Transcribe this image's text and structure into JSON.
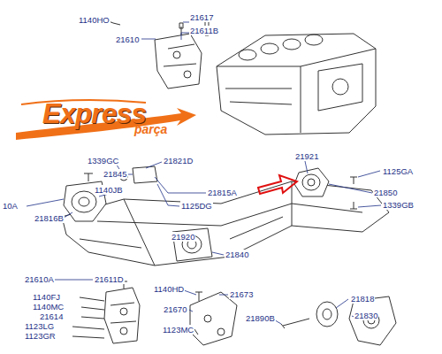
{
  "diagram": {
    "labels": [
      "1140HO",
      "21617",
      "21611B",
      "21610",
      "Express",
      "parça",
      "1339GC",
      "21821D",
      "21845",
      "1140JB",
      "21815A",
      "1125DG",
      "10A",
      "21816B",
      "21921",
      "1125GA",
      "21850",
      "1339GB",
      "21920",
      "21840",
      "21610A",
      "21611D",
      "1140FJ",
      "1140MC",
      "21614",
      "1123LG",
      "1123GR",
      "1140HD",
      "21673",
      "21670",
      "1123MC",
      "21890B",
      "21818",
      "21830"
    ]
  }
}
